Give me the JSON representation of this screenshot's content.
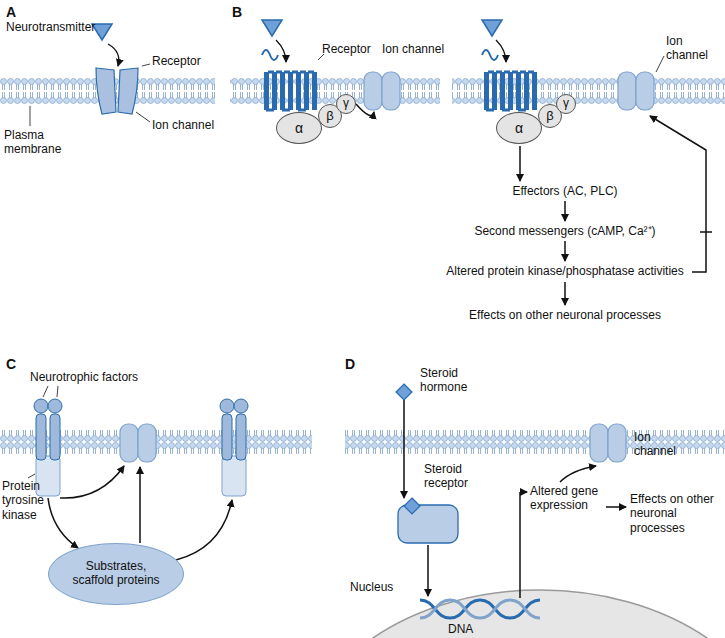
{
  "diagram": {
    "nodes": [
      {
        "text": [
          "α"
        ]
      },
      {
        "text": [
          "β"
        ]
      },
      {
        "text": [
          "γ"
        ]
      },
      {
        "text": [
          "α"
        ]
      },
      {
        "text": [
          "β"
        ]
      },
      {
        "text": [
          "γ"
        ]
      },
      {
        "text": [
          "Substrates, scaffold proteins"
        ]
      }
    ],
    "labels": [
      "A",
      "Neurotransmitter",
      "Receptor",
      "Plasma membrane",
      "Ion channel",
      "B",
      "Receptor",
      "Ion channel",
      "Ion channel",
      "Effectors (AC, PLC)",
      "Second messengers (cAMP, Ca²⁺)",
      "Altered protein kinase/phosphatase activities",
      "Effects on other neuronal processes",
      "C",
      "Neurotrophic factors",
      "Protein tyrosine kinase",
      "D",
      "Steroid hormone",
      "Steroid receptor",
      "Ion channel",
      "Altered gene expression",
      "Effects on other neuronal processes",
      "Nucleus",
      "DNA"
    ]
  }
}
